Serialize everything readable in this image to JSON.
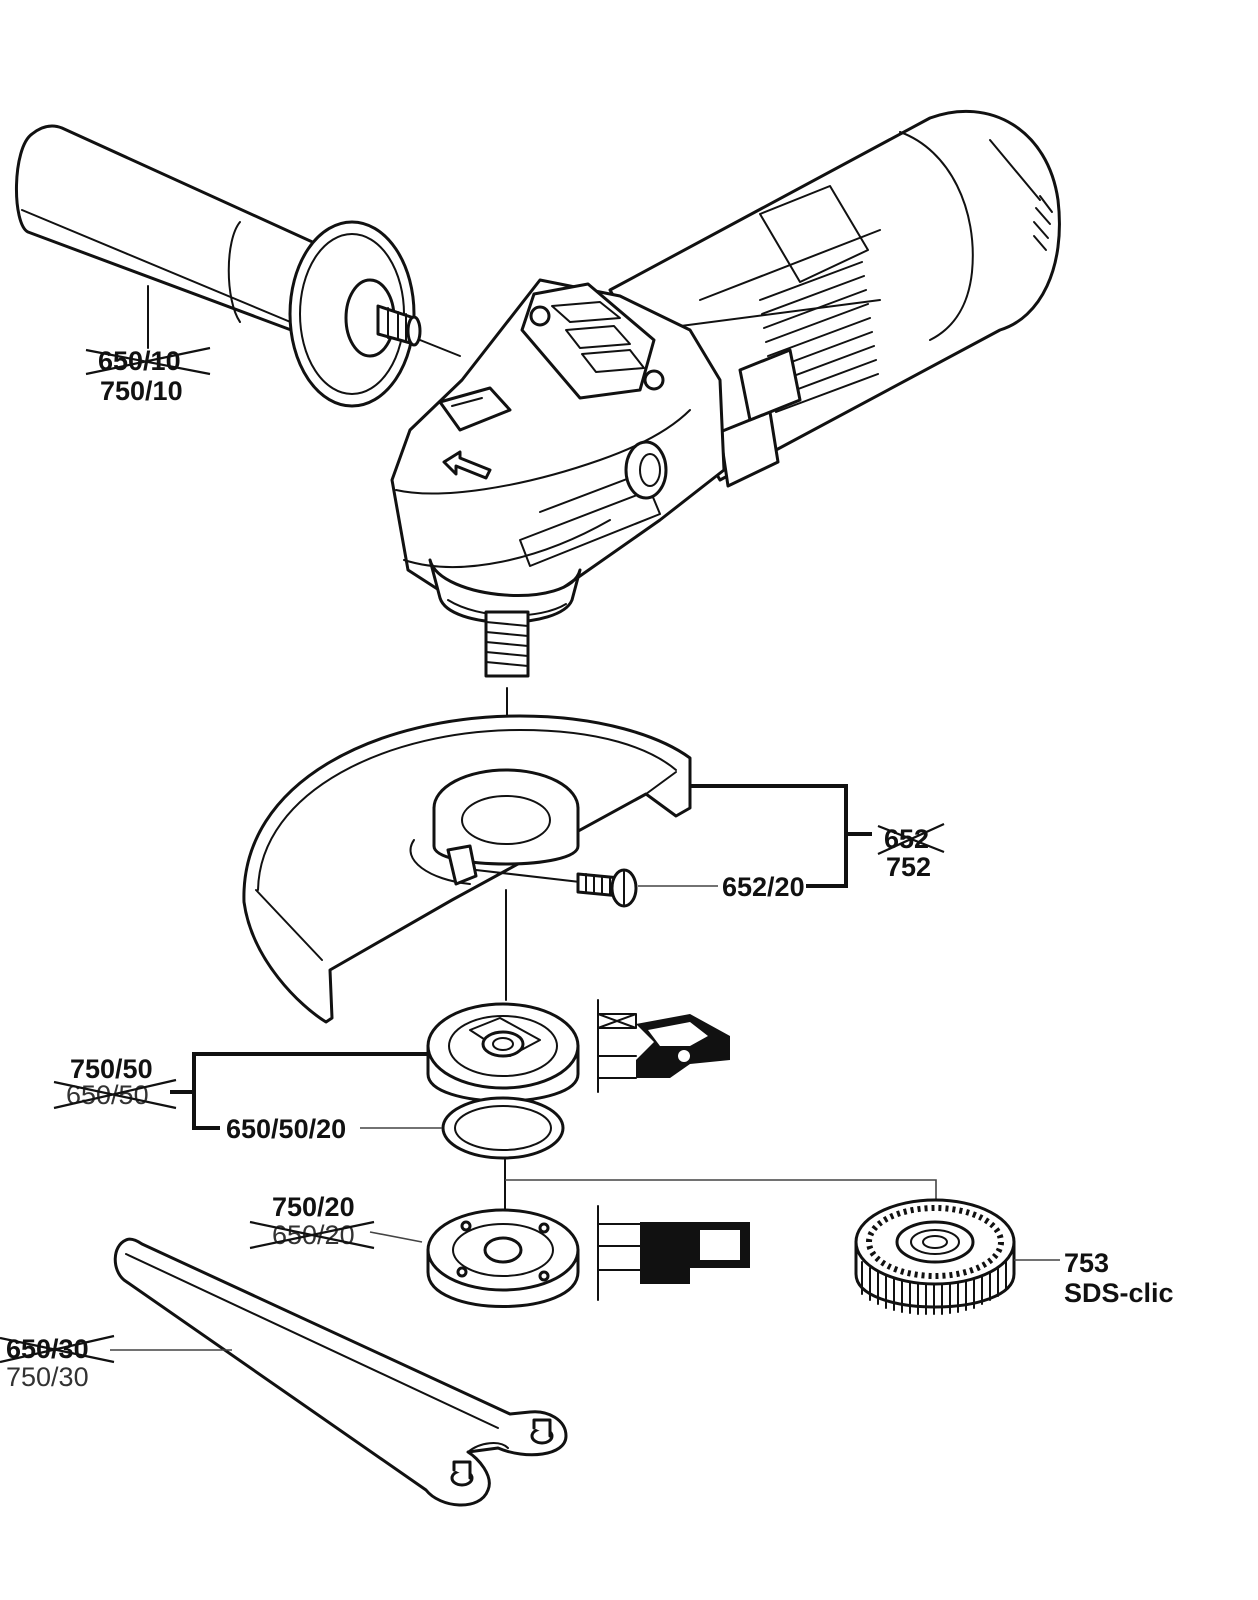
{
  "labels": {
    "handle_old": "650/10",
    "handle_new": "750/10",
    "guard_old": "652",
    "guard_new": "752",
    "guard_screw": "652/20",
    "flange_new": "750/50",
    "flange_old": "650/50",
    "oring": "650/50/20",
    "nut_new": "750/20",
    "nut_old": "650/20",
    "quick_nut_num": "753",
    "quick_nut_name": "SDS-clic",
    "spanner_old": "650/30",
    "spanner_new": "750/30"
  },
  "colors": {
    "line": "#111111",
    "background": "#ffffff"
  }
}
